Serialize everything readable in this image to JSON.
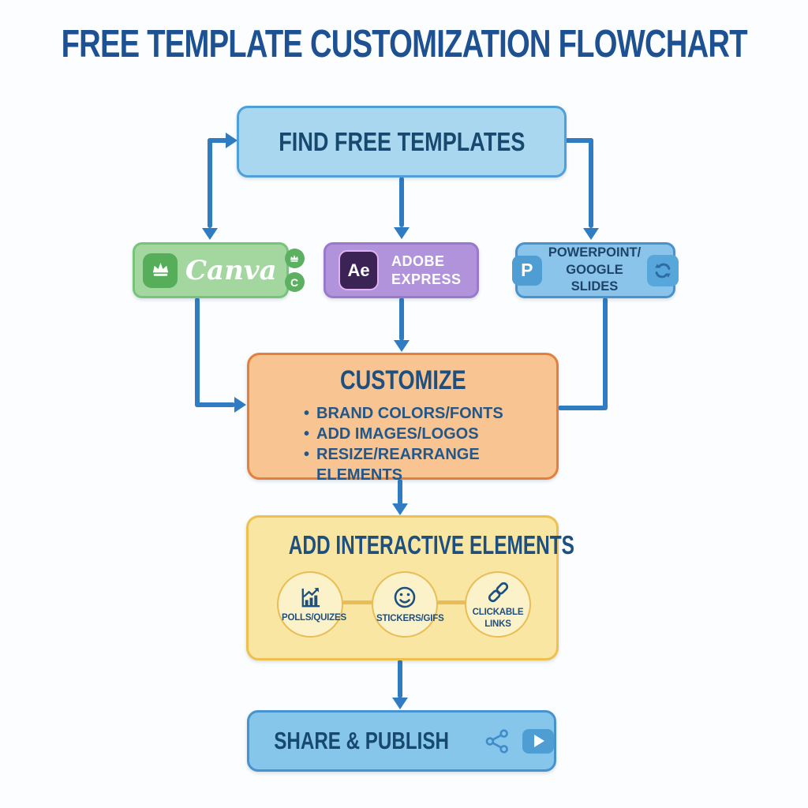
{
  "title": "FREE TEMPLATE CUSTOMIZATION FLOWCHART",
  "nodes": {
    "find": {
      "label": "FIND FREE TEMPLATES"
    },
    "canva": {
      "label": "Canva",
      "badge_letter": "C"
    },
    "adobe": {
      "name_line1": "ADOBE",
      "name_line2": "EXPRESS",
      "tile_label": "Ae"
    },
    "slides": {
      "name_line1": "POWERPOINT/",
      "name_line2": "GOOGLE SLIDES",
      "tile_label": "P"
    },
    "customize": {
      "title": "CUSTOMIZE",
      "bullets": [
        "BRAND COLORS/FONTS",
        "ADD IMAGES/LOGOS",
        "RESIZE/REARRANGE ELEMENTS"
      ]
    },
    "interactive": {
      "title": "ADD INTERACTIVE ELEMENTS",
      "items": [
        {
          "label": "POLLS/QUIZES",
          "icon": "bar-chart-icon"
        },
        {
          "label": "STICKERS/GIFS",
          "icon": "smiley-icon"
        },
        {
          "label": "CLICKABLE LINKS",
          "icon": "chain-link-icon"
        }
      ]
    },
    "share": {
      "label": "SHARE & PUBLISH"
    }
  },
  "icons": {
    "canva_tile": "crown-icon",
    "canva_badge_top": "crown-icon",
    "slides_right": "sync-arrows-icon",
    "share_left": "share-nodes-icon",
    "share_right": "play-button-icon"
  },
  "colors": {
    "title_text": "#1d5191",
    "node_text": "#1d4f7f",
    "connector": "#2f7cc2",
    "find_fill": "#aad7f0",
    "find_border": "#4f9fd8",
    "canva_fill": "#a4d7a0",
    "canva_border": "#77c478",
    "adobe_fill": "#b193dc",
    "adobe_border": "#9a79cc",
    "slides_fill": "#8ac4ea",
    "slides_border": "#4793cd",
    "customize_fill": "#f7c492",
    "customize_border": "#e2813d",
    "interactive_fill": "#f9e6a2",
    "interactive_border": "#eec14f",
    "share_fill": "#85c6ea",
    "share_border": "#4793cd"
  }
}
